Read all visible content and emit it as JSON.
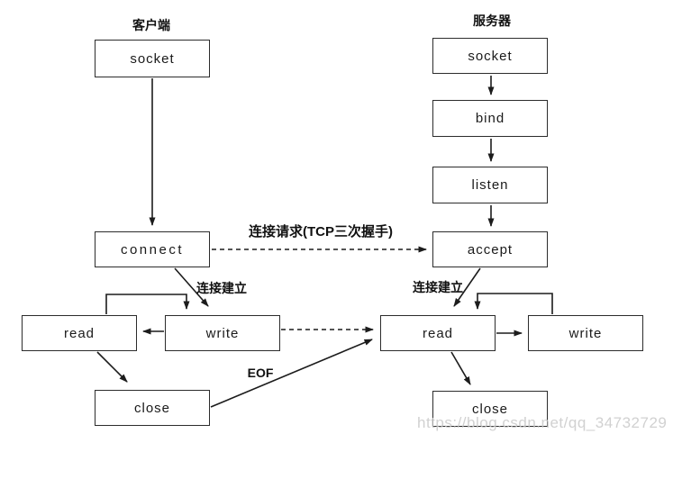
{
  "headers": {
    "client": "客户端",
    "server": "服务器"
  },
  "nodes": {
    "client_socket": "socket",
    "client_connect": "connect",
    "client_read": "read",
    "client_write": "write",
    "client_close": "close",
    "server_socket": "socket",
    "server_bind": "bind",
    "server_listen": "listen",
    "server_accept": "accept",
    "server_read": "read",
    "server_write": "write",
    "server_close": "close"
  },
  "edge_labels": {
    "connect_request": "连接请求(TCP三次握手)",
    "established_left": "连接建立",
    "established_right": "连接建立",
    "eof": "EOF"
  },
  "edges": [
    {
      "from": "client_socket",
      "to": "client_connect",
      "style": "solid",
      "label": ""
    },
    {
      "from": "server_socket",
      "to": "server_bind",
      "style": "solid",
      "label": ""
    },
    {
      "from": "server_bind",
      "to": "server_listen",
      "style": "solid",
      "label": ""
    },
    {
      "from": "server_listen",
      "to": "server_accept",
      "style": "solid",
      "label": ""
    },
    {
      "from": "client_connect",
      "to": "server_accept",
      "style": "dashed",
      "label": "连接请求(TCP三次握手)"
    },
    {
      "from": "client_connect",
      "to": "client_write",
      "style": "solid",
      "label": "连接建立"
    },
    {
      "from": "server_accept",
      "to": "server_read",
      "style": "solid",
      "label": "连接建立"
    },
    {
      "from": "client_read",
      "to": "client_write",
      "style": "solid",
      "label": ""
    },
    {
      "from": "client_write",
      "to": "client_read",
      "style": "solid",
      "label": ""
    },
    {
      "from": "client_write",
      "to": "server_read",
      "style": "dashed",
      "label": ""
    },
    {
      "from": "server_read",
      "to": "server_write",
      "style": "solid",
      "label": ""
    },
    {
      "from": "server_write",
      "to": "server_read",
      "style": "solid",
      "label": ""
    },
    {
      "from": "client_read",
      "to": "client_close",
      "style": "solid",
      "label": ""
    },
    {
      "from": "client_close",
      "to": "server_read",
      "style": "solid",
      "label": "EOF"
    },
    {
      "from": "server_read",
      "to": "server_close",
      "style": "solid",
      "label": ""
    }
  ],
  "watermark": "https://blog.csdn.net/qq_34732729",
  "colors": {
    "line": "#1c1c1c",
    "box_border": "#2c2c2c",
    "watermark": "#c9c9c9",
    "background": "#ffffff"
  }
}
